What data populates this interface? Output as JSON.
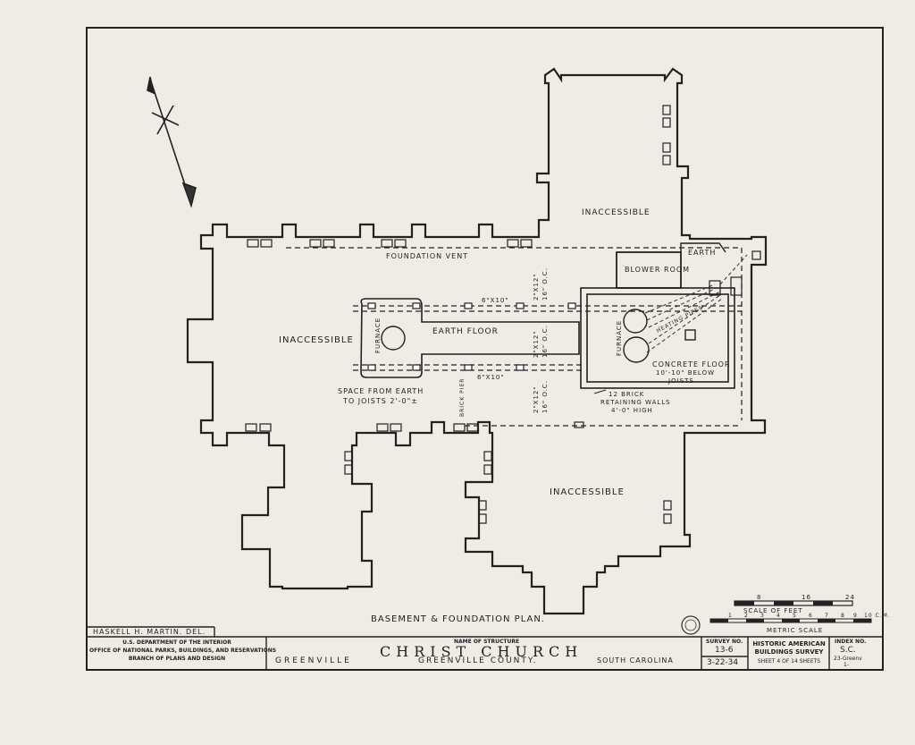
{
  "rooms": {
    "inaccessible_top": "INACCESSIBLE",
    "inaccessible_left": "INACCESSIBLE",
    "inaccessible_bottom": "INACCESSIBLE",
    "blower_room": "BLOWER ROOM",
    "earth_small": "EARTH",
    "earth_floor": "EARTH FLOOR"
  },
  "notes": {
    "foundation_vent": "FOUNDATION VENT",
    "joist_top_a": "2\"X12\"",
    "joist_top_b": "16\" O.C.",
    "beam_top": "6\"X10\"",
    "beam_bottom": "6\"X10\"",
    "joist_mid_a": "2\"X12\"",
    "joist_mid_b": "16\" O.C.",
    "joist_bot_a": "2\"X12\"",
    "joist_bot_b": "16\" O.C.",
    "furnace_left": "FURNACE",
    "furnace_right": "FURNACE",
    "heating_pipes": "HEATING PIPES",
    "concrete_1": "CONCRETE FLOOR",
    "concrete_2": "10'-10\" BELOW",
    "concrete_3": "JOISTS",
    "retaining_1": "12 BRICK",
    "retaining_2": "RETAINING WALLS",
    "retaining_3": "4'-0\" HIGH",
    "space_1": "SPACE FROM EARTH",
    "space_2": "TO JOISTS 2'-0\"±",
    "brick_pier": "BRICK PIER"
  },
  "plan_title": "BASEMENT & FOUNDATION PLAN.",
  "scale": {
    "feet_ticks": [
      "8",
      "16",
      "24"
    ],
    "feet_label": "SCALE OF FEET",
    "metric_ticks": [
      "1",
      "2",
      "3",
      "4",
      "5",
      "6",
      "7",
      "8",
      "9",
      "10 C.M."
    ],
    "metric_label": "METRIC SCALE"
  },
  "title_block": {
    "delineator": "HASKELL H. MARTIN. DEL.",
    "agency_1": "U.S. DEPARTMENT OF THE INTERIOR",
    "agency_2": "OFFICE OF NATIONAL PARKS, BUILDINGS, AND RESERVATIONS",
    "agency_3": "BRANCH OF PLANS AND DESIGN",
    "name_label": "NAME OF STRUCTURE",
    "structure": "CHRIST CHURCH",
    "city": "GREENVILLE",
    "county": "GREENVILLE COUNTY.",
    "state": "SOUTH CAROLINA",
    "survey_label": "SURVEY NO.",
    "survey_no": "13-6",
    "date": "3-22-34",
    "habs_1": "HISTORIC AMERICAN",
    "habs_2": "BUILDINGS SURVEY",
    "sheet": "SHEET 4 OF 14 SHEETS",
    "index_label": "INDEX NO.",
    "index_1": "S.C.",
    "index_2": "23-Greenv",
    "index_3": "1-"
  },
  "colors": {
    "ink": "#222222",
    "paper": "#efece5"
  }
}
